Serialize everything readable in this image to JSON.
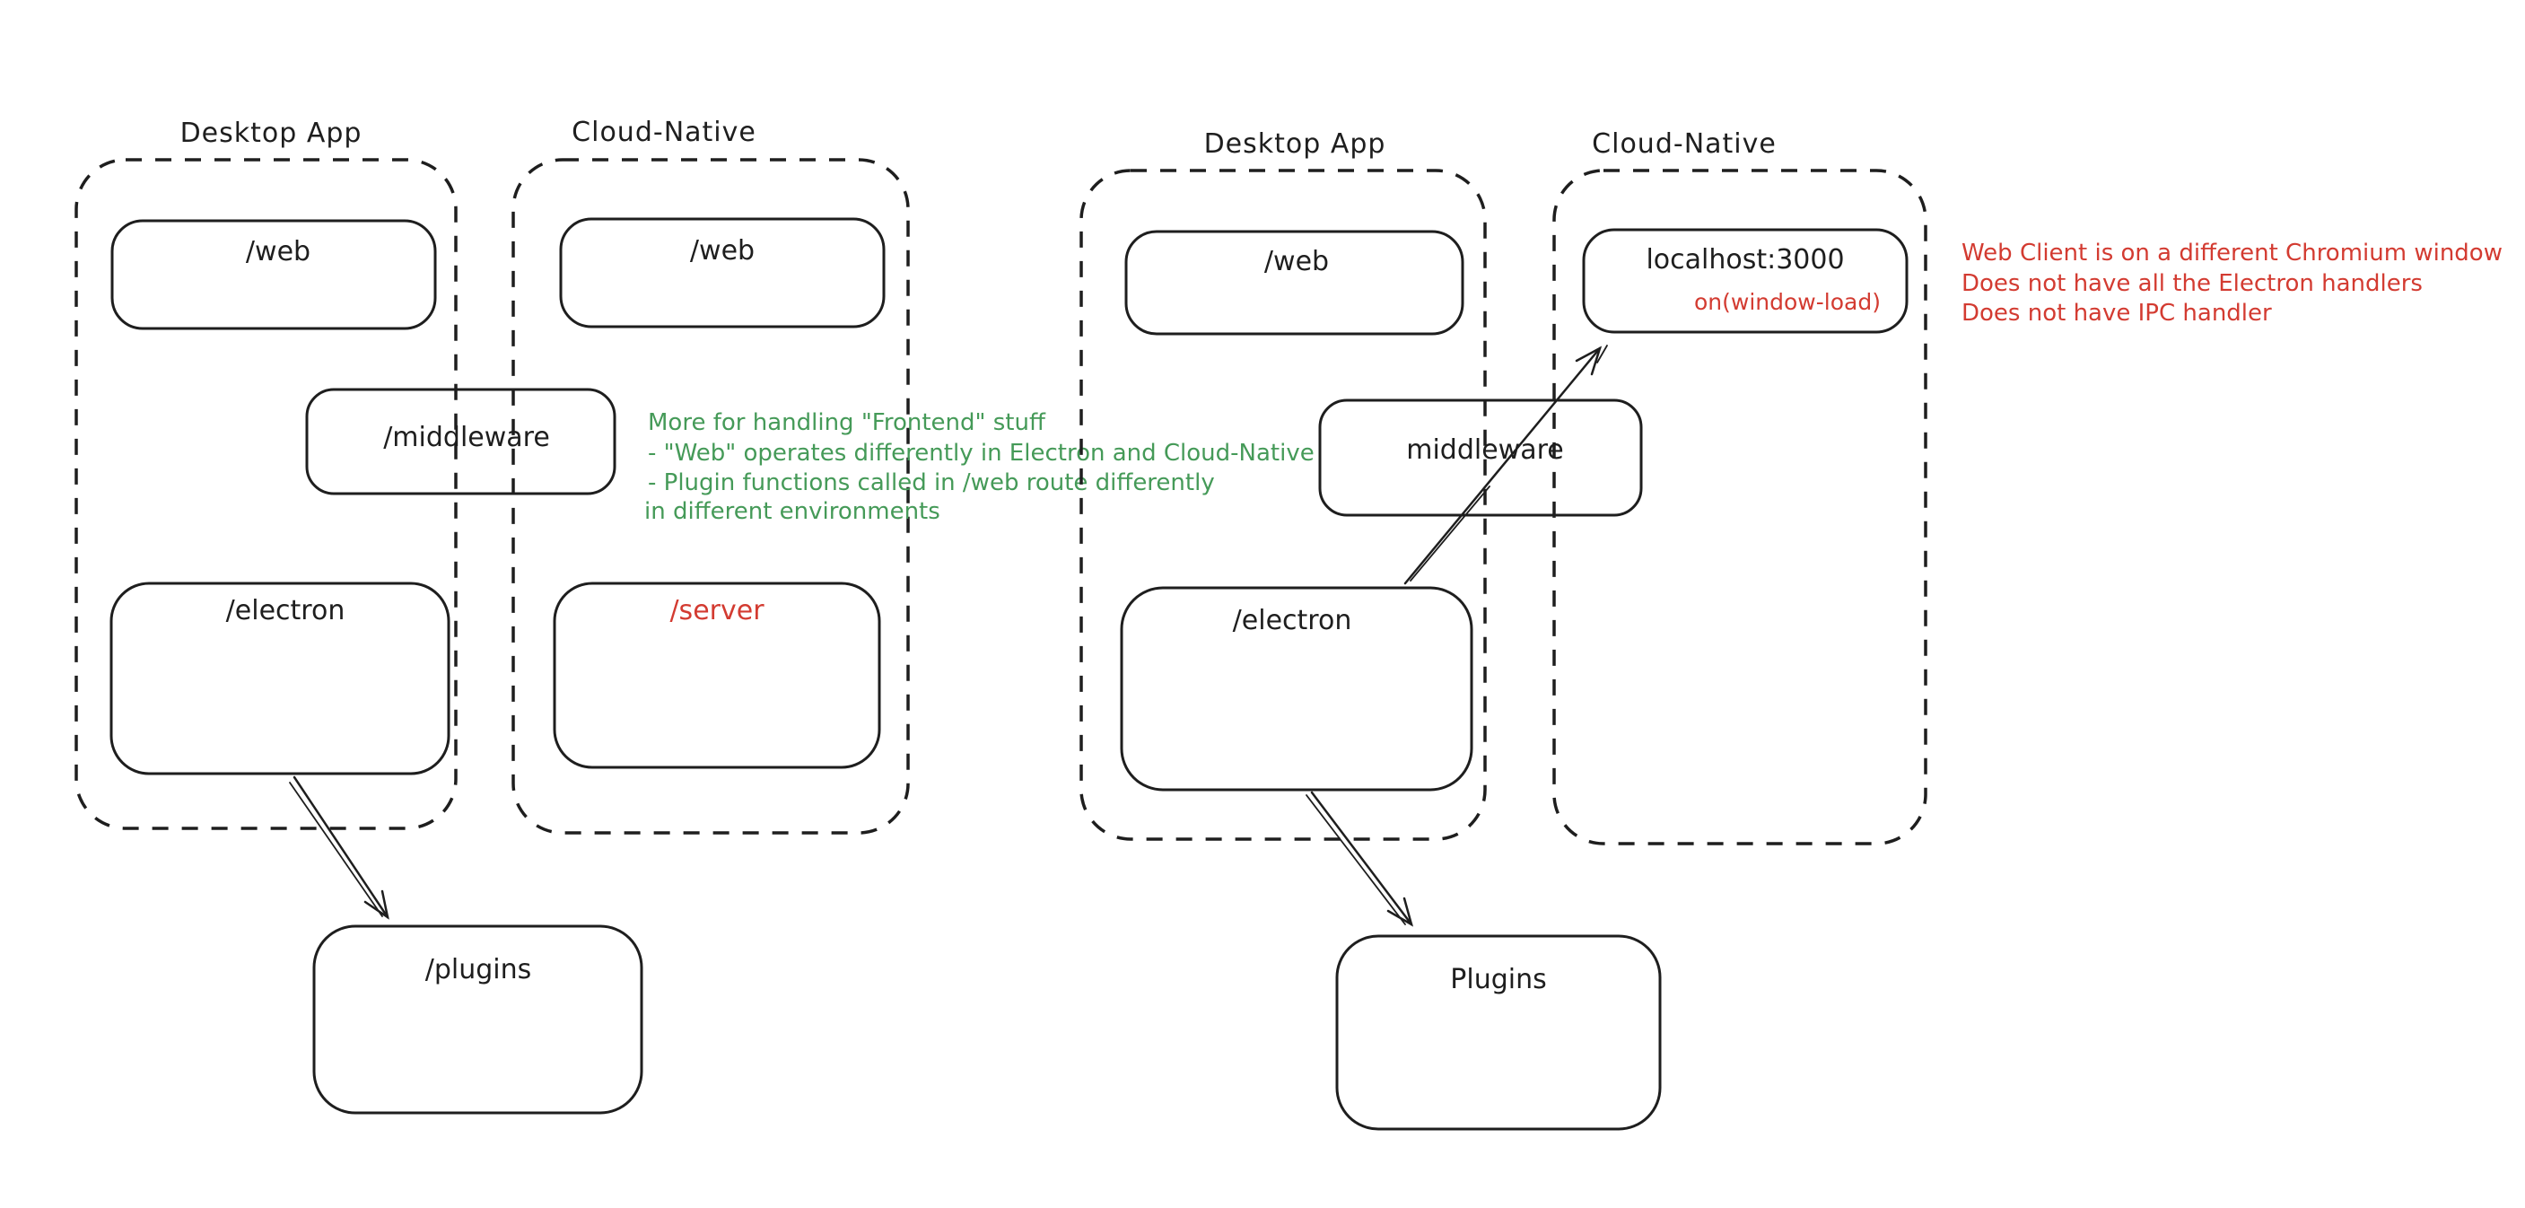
{
  "colors": {
    "stroke": "#1e1e1e",
    "red": "#d33b31",
    "green": "#459a58",
    "background": "#ffffff"
  },
  "left": {
    "desktop_app_label": "Desktop App",
    "cloud_native_label": "Cloud-Native",
    "web_desktop": "/web",
    "web_cloud": "/web",
    "middleware": "/middleware",
    "electron": "/electron",
    "server": "/server",
    "plugins": "/plugins",
    "note_lines": [
      "More for handling \"Frontend\" stuff",
      "- \"Web\" operates differently in Electron and Cloud-Native",
      "- Plugin functions called in /web route differently",
      "in different environments"
    ]
  },
  "right": {
    "desktop_app_label": "Desktop App",
    "cloud_native_label": "Cloud-Native",
    "web": "/web",
    "localhost": "localhost:3000",
    "window_load": "on(window-load)",
    "middleware": "middleware",
    "electron": "/electron",
    "plugins": "Plugins",
    "note_lines": [
      "Web Client is on a different Chromium window",
      "Does not have all the Electron handlers",
      "Does not have IPC handler"
    ]
  }
}
